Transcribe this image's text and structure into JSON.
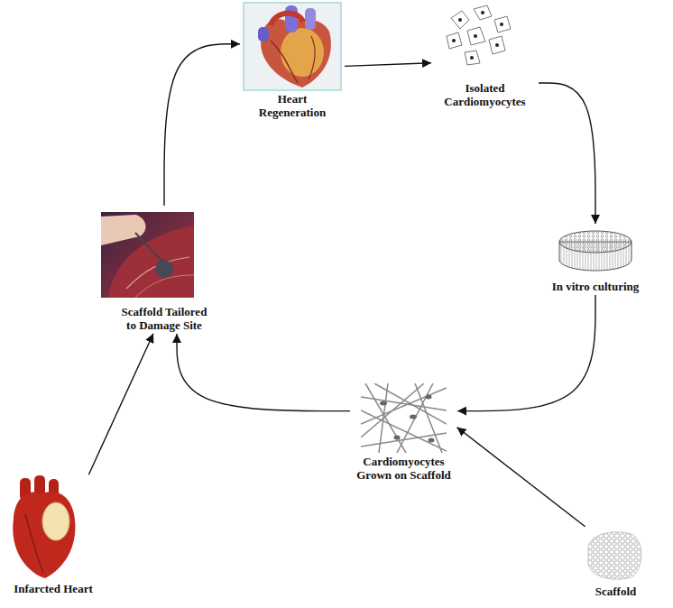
{
  "diagram": {
    "nodes": [
      {
        "text": [
          "Heart Regeneration"
        ]
      },
      {
        "text": [
          "Isolated Cardiomyocytes"
        ]
      },
      {
        "text": [
          "In vitro culturing"
        ]
      },
      {
        "text": [
          "Cardiomyocytes Grown on Scaffold"
        ]
      },
      {
        "text": [
          "Scaffold"
        ]
      },
      {
        "text": [
          "Scaffold Tailored to Damage Site"
        ]
      },
      {
        "text": [
          "Infarcted Heart"
        ]
      }
    ],
    "edges": [
      {
        "from": 0,
        "to": 1,
        "arrow": "to"
      },
      {
        "from": 1,
        "to": 2,
        "arrow": "to"
      },
      {
        "from": 2,
        "to": 3,
        "arrow": "to"
      },
      {
        "from": 4,
        "to": 3,
        "arrow": "to"
      },
      {
        "from": 3,
        "to": 5,
        "arrow": "to"
      },
      {
        "from": 6,
        "to": 5,
        "arrow": "to"
      },
      {
        "from": 5,
        "to": 0,
        "arrow": "to"
      }
    ]
  }
}
